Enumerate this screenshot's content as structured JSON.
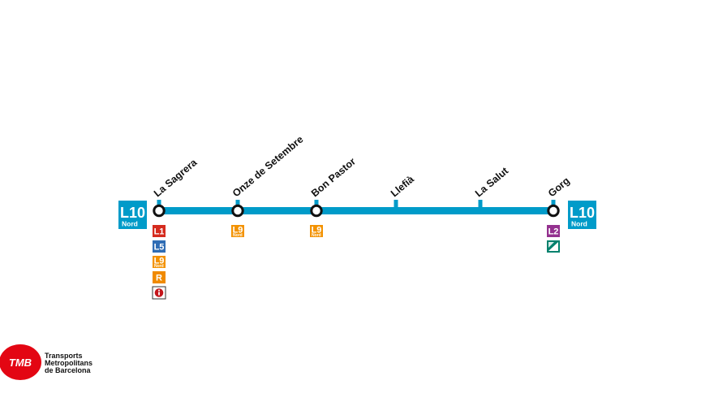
{
  "line": {
    "code": "L10",
    "branch": "Nord",
    "color": "#009bc9"
  },
  "stations": [
    {
      "name": "La Sagrera",
      "terminus": true,
      "transfers": [
        "L1",
        "L5",
        "L9",
        "R",
        "info"
      ]
    },
    {
      "name": "Onze de Setembre",
      "terminus": false,
      "transfers": [
        "L9"
      ]
    },
    {
      "name": "Bon Pastor",
      "terminus": false,
      "transfers": [
        "L9"
      ]
    },
    {
      "name": "Llefià",
      "terminus": false,
      "transfers": []
    },
    {
      "name": "La Salut",
      "terminus": false,
      "transfers": []
    },
    {
      "name": "Gorg",
      "terminus": true,
      "transfers": [
        "L2",
        "tram"
      ]
    }
  ],
  "transfer_badges": {
    "L1": {
      "label": "L1",
      "sub": "",
      "color": "#d52b1e",
      "icon": ""
    },
    "L5": {
      "label": "L5",
      "sub": "",
      "color": "#2f6db5",
      "icon": ""
    },
    "L9": {
      "label": "L9",
      "sub": "Nord",
      "color": "#f39200",
      "icon": ""
    },
    "R": {
      "label": "R",
      "sub": "",
      "color": "#f08a00",
      "icon": ""
    },
    "info": {
      "label": "",
      "sub": "",
      "color": "#c4161c",
      "icon": "info-icon"
    },
    "L2": {
      "label": "L2",
      "sub": "",
      "color": "#94318f",
      "icon": ""
    },
    "tram": {
      "label": "",
      "sub": "",
      "color": "#00816d",
      "icon": "tram-icon"
    }
  },
  "logo": {
    "mark": "TMB",
    "lines": [
      "Transports",
      "Metropolitans",
      "de Barcelona"
    ],
    "color": "#e30613"
  }
}
